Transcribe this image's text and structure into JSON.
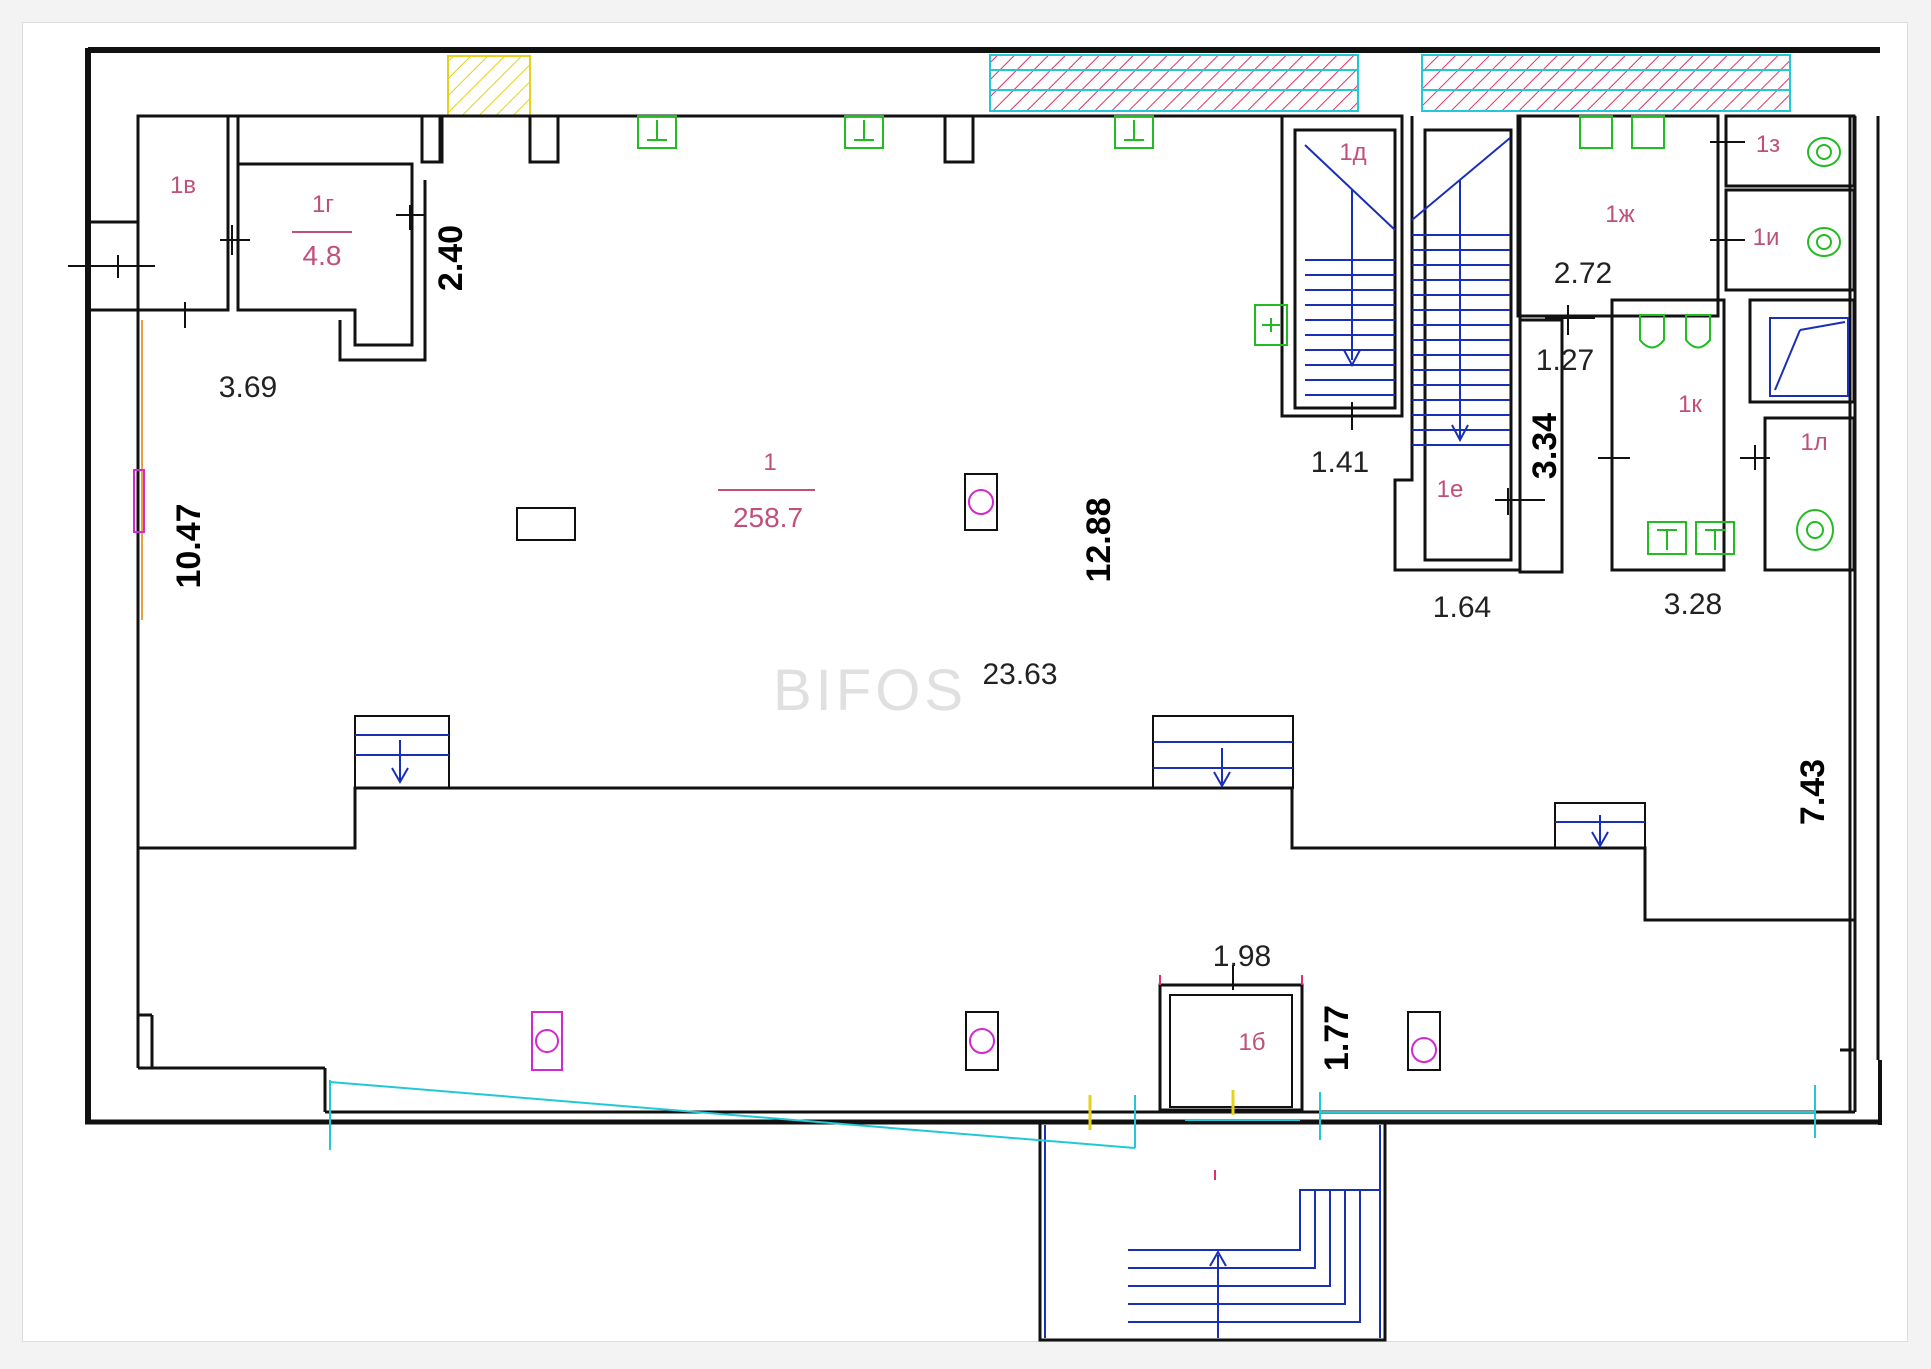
{
  "colors": {
    "wall": "#111111",
    "stairs": "#1a2fb8",
    "room_label": "#c0507a",
    "fixture_green": "#22bb22",
    "fixture_magenta": "#d02ad0",
    "cyan": "#22c8d6",
    "hatch_red": "#e0306a",
    "yellow": "#e6d21a",
    "watermark": "#e0e0e0"
  },
  "watermark": "BIFOS",
  "rooms": {
    "main": {
      "label": "1",
      "area": "258.7"
    },
    "r1b": {
      "label": "1б"
    },
    "r1v": {
      "label": "1в"
    },
    "r1g": {
      "label": "1г",
      "area": "4.8"
    },
    "r1d": {
      "label": "1д"
    },
    "r1e": {
      "label": "1е"
    },
    "r1zh": {
      "label": "1ж"
    },
    "r1z": {
      "label": "1з"
    },
    "r1i": {
      "label": "1и"
    },
    "r1k": {
      "label": "1к"
    },
    "r1l": {
      "label": "1л"
    }
  },
  "dimensions": {
    "d_3_69": "3.69",
    "d_2_40": "2.40",
    "d_10_47": "10.47",
    "d_12_88": "12.88",
    "d_23_63": "23.63",
    "d_1_41": "1.41",
    "d_1_64": "1.64",
    "d_3_34": "3.34",
    "d_2_72": "2.72",
    "d_1_27": "1.27",
    "d_3_28": "3.28",
    "d_7_43": "7.43",
    "d_1_98": "1.98",
    "d_1_77": "1.77"
  }
}
